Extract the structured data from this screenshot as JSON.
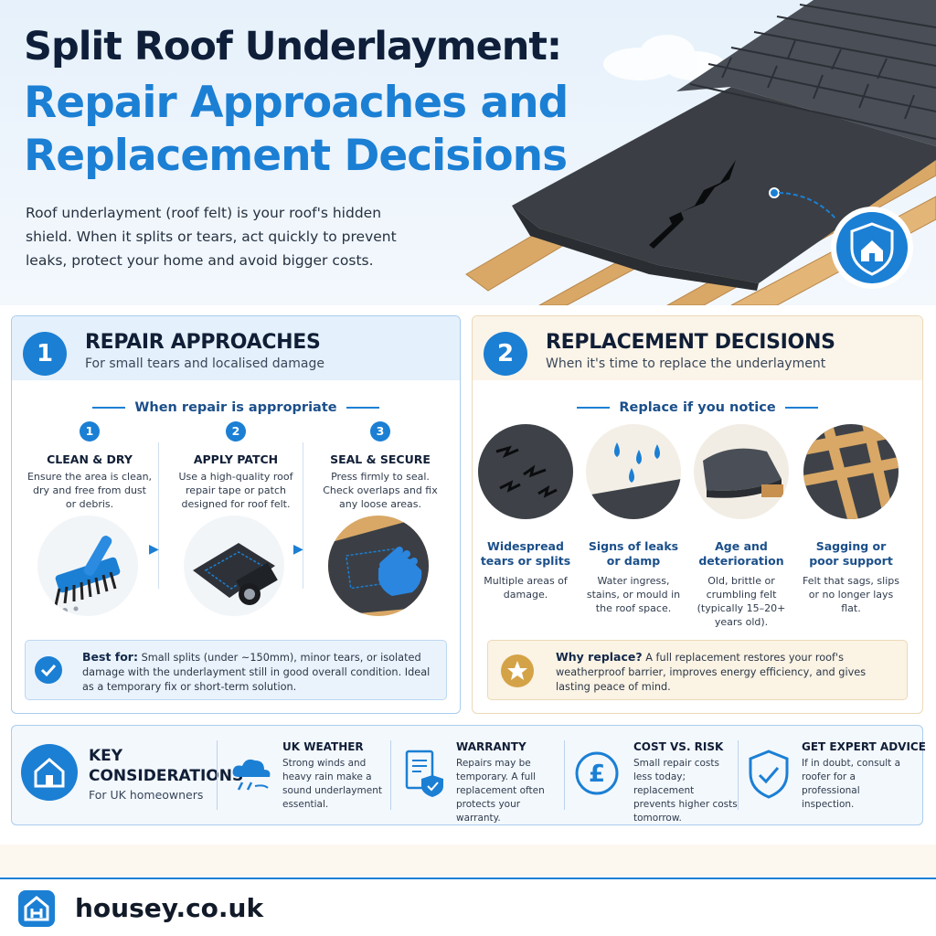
{
  "hero": {
    "title_line1": "Split Roof Underlayment:",
    "title_line2": "Repair Approaches and Replacement Decisions",
    "intro": "Roof underlayment (roof felt) is your roof's hidden shield. When it splits or tears, act quickly to prevent leaks, protect your home and avoid bigger costs.",
    "icon": "shield-house-icon"
  },
  "repair": {
    "number": "1",
    "title": "REPAIR APPROACHES",
    "subtitle": "For small tears and localised damage",
    "section": "When repair is appropriate",
    "steps": [
      {
        "num": "1",
        "title": "CLEAN & DRY",
        "desc": "Ensure the area is clean, dry and free from dust or debris.",
        "icon": "brush-icon"
      },
      {
        "num": "2",
        "title": "APPLY PATCH",
        "desc": "Use a high-quality roof repair tape or patch designed for roof felt.",
        "icon": "patch-roll-icon"
      },
      {
        "num": "3",
        "title": "SEAL & SECURE",
        "desc": "Press firmly to seal. Check overlaps and fix any loose areas.",
        "icon": "gloved-hand-icon"
      }
    ],
    "best_for_label": "Best for:",
    "best_for_text": "Small splits (under ~150mm), minor tears, or isolated damage with the underlayment still in good overall condition. Ideal as a temporary fix or short-term solution."
  },
  "replacement": {
    "number": "2",
    "title": "REPLACEMENT DECISIONS",
    "subtitle": "When it's time to replace the underlayment",
    "section": "Replace if you notice",
    "items": [
      {
        "title": "Widespread tears or splits",
        "desc": "Multiple areas of damage."
      },
      {
        "title": "Signs of leaks or damp",
        "desc": "Water ingress, stains, or mould in the roof space."
      },
      {
        "title": "Age and deterioration",
        "desc": "Old, brittle or crumbling felt (typically 15–20+ years old)."
      },
      {
        "title": "Sagging or poor support",
        "desc": "Felt that sags, slips or no longer lays flat."
      }
    ],
    "why_label": "Why replace?",
    "why_text": "A full replacement restores your roof's weatherproof barrier, improves energy efficiency, and gives lasting peace of mind."
  },
  "key": {
    "title": "KEY CONSIDERATIONS",
    "subtitle": "For UK homeowners",
    "items": [
      {
        "title": "UK WEATHER",
        "desc": "Strong winds and heavy rain make a sound underlayment essential.",
        "icon": "cloud-rain-icon"
      },
      {
        "title": "WARRANTY",
        "desc": "Repairs may be temporary. A full replacement often protects your warranty.",
        "icon": "document-shield-icon"
      },
      {
        "title": "COST VS. RISK",
        "desc": "Small repair costs less today; replacement prevents higher costs tomorrow.",
        "icon": "pound-icon"
      },
      {
        "title": "GET EXPERT ADVICE",
        "desc": "If in doubt, consult a roofer for a professional inspection.",
        "icon": "shield-check-icon"
      }
    ]
  },
  "footer": {
    "brand": "housey.co.uk"
  },
  "colors": {
    "primary_blue": "#1b7fd4",
    "navy": "#101e36",
    "gold": "#d4a347",
    "felt": "#3b3f45",
    "timber": "#d9a866"
  }
}
